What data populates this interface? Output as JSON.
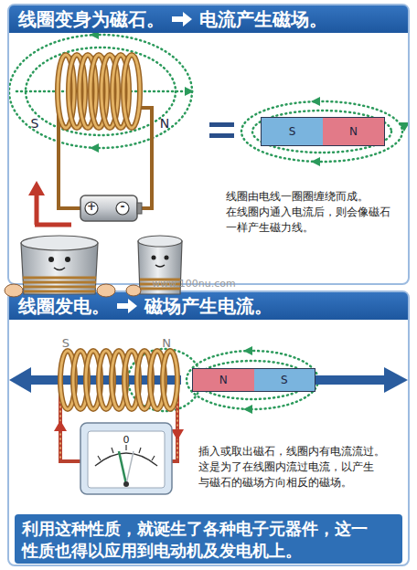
{
  "diagram": {
    "nodes": [
      {
        "text": [
          "线圈由电线一圈圈缠绕而成。 在线圈内通入电流后，则会像磁石 一样产生磁力线。"
        ]
      },
      {
        "text": [
          "线圈变身为磁石。",
          "电流产生磁场。"
        ],
        "in": 0
      },
      {
        "text": [
          "S",
          "N"
        ],
        "in": 0
      },
      {
        "text": [
          "插入或取出磁石，线圈内有电流流过。 这是为了在线圈内流过电流，以产生 与磁石的磁场方向相反的磁场。"
        ]
      },
      {
        "text": [
          "线圈发电。",
          "磁场产生电流。"
        ],
        "in": 3
      },
      {
        "text": [
          "N",
          "S"
        ],
        "in": 3
      },
      {
        "text": [
          "0"
        ],
        "in": 3
      },
      {
        "text": [
          "利用这种性质，就诞生了各种电子元器件，这一 性质也得以应用到电动机及发电机上。"
        ],
        "in": 3
      }
    ],
    "labels": [
      "S",
      "N",
      "+",
      "-",
      "www.100nu.com",
      "S",
      "N"
    ]
  }
}
